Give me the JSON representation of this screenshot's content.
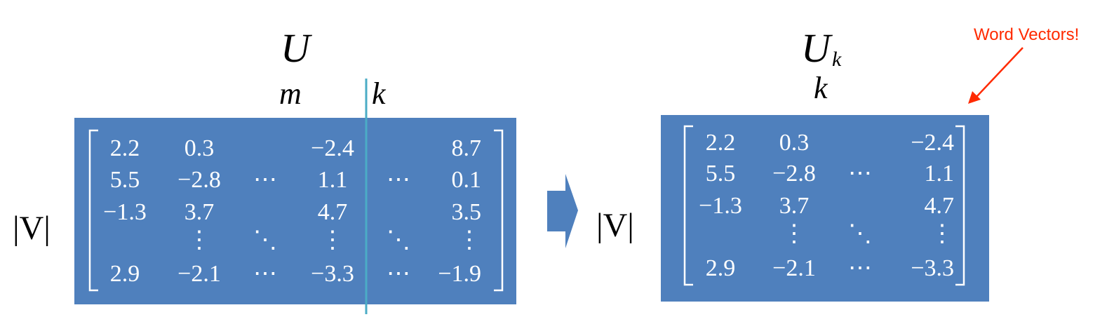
{
  "colors": {
    "matrix_box": "#4f80bd",
    "divider_line": "#4bacc6",
    "annotation": "#ff2a00",
    "arrow_fill": "#4f80bd"
  },
  "left": {
    "title": "U",
    "label_m": "m",
    "label_k": "k",
    "row_label": "|V|",
    "matrix": {
      "rows": [
        [
          "2.2",
          "0.3",
          "",
          "−2.4",
          "",
          "8.7"
        ],
        [
          "5.5",
          "−2.8",
          "⋯",
          "1.1",
          "⋯",
          "0.1"
        ],
        [
          "−1.3",
          "3.7",
          "",
          "4.7",
          "",
          "3.5"
        ],
        [
          "",
          "⋮",
          "⋱",
          "⋮",
          "⋱",
          "⋮"
        ],
        [
          "2.9",
          "−2.1",
          "⋯",
          "−3.3",
          "⋯",
          "−1.9"
        ]
      ]
    }
  },
  "right": {
    "title": "U",
    "title_subscript": "k",
    "label_k": "k",
    "row_label": "|V|",
    "matrix": {
      "rows": [
        [
          "2.2",
          "0.3",
          "",
          "−2.4"
        ],
        [
          "5.5",
          "−2.8",
          "⋯",
          "1.1"
        ],
        [
          "−1.3",
          "3.7",
          "",
          "4.7"
        ],
        [
          "",
          "⋮",
          "⋱",
          "⋮"
        ],
        [
          "2.9",
          "−2.1",
          "⋯",
          "−3.3"
        ]
      ]
    }
  },
  "annotation": {
    "text": "Word Vectors!"
  }
}
